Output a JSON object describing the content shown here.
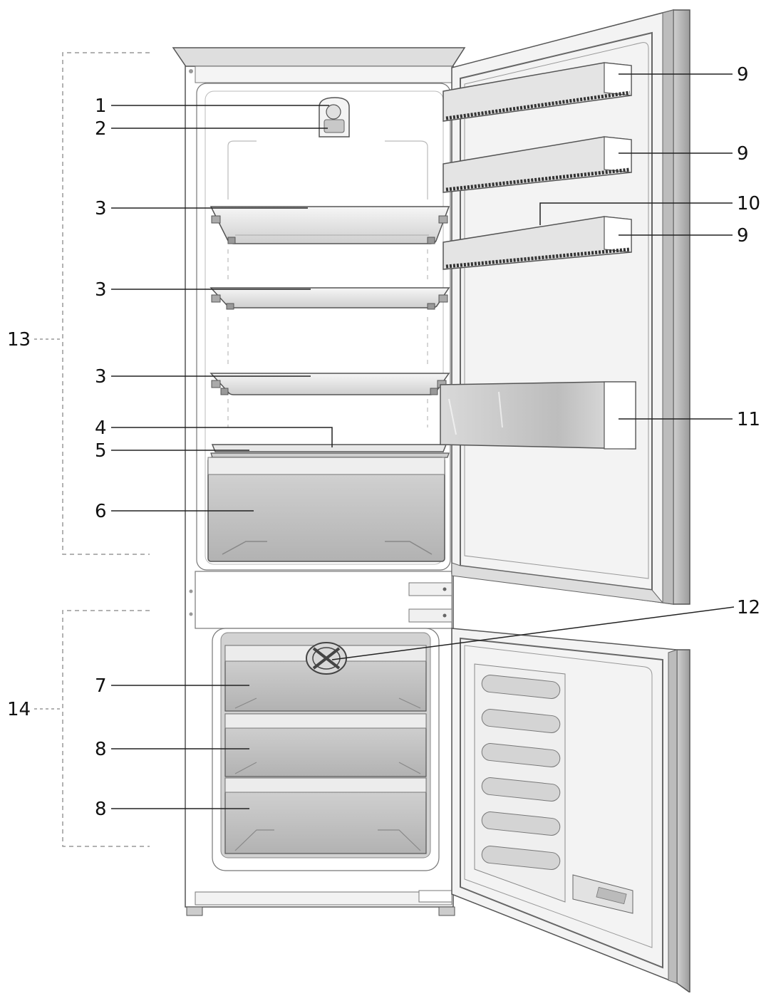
{
  "callouts": {
    "c1": "1",
    "c2": "2",
    "c3a": "3",
    "c3b": "3",
    "c3c": "3",
    "c4": "4",
    "c5": "5",
    "c6": "6",
    "c7": "7",
    "c8a": "8",
    "c8b": "8",
    "c9a": "9",
    "c9b": "9",
    "c9c": "9",
    "c10": "10",
    "c11": "11",
    "c12": "12"
  },
  "brackets": {
    "b13": "13",
    "b14": "14"
  },
  "colors": {
    "line": "#222222",
    "outline": "#555555",
    "fill_light": "#eeeeee",
    "fill_mid": "#c9c9c9",
    "fill_dark": "#a8a8a8",
    "dash": "#999999"
  }
}
